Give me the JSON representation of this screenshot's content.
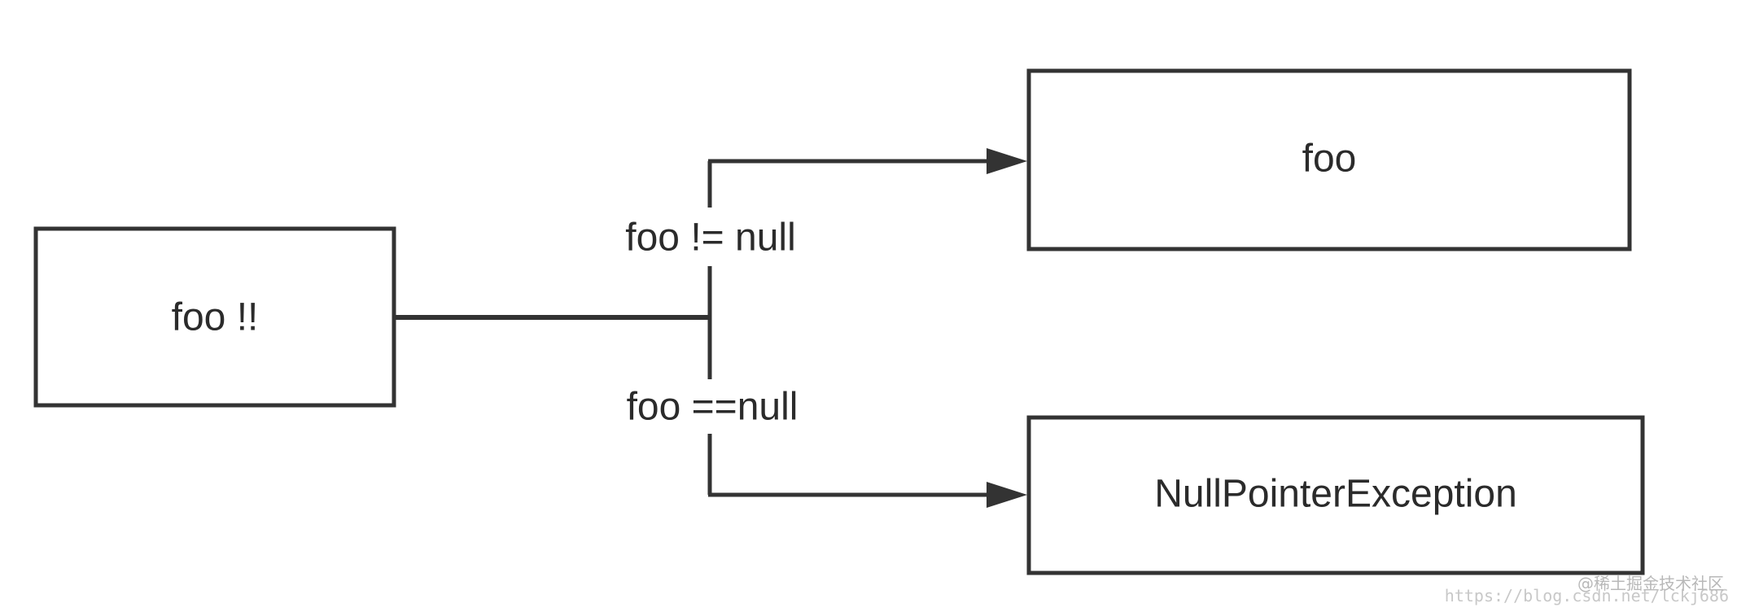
{
  "nodes": {
    "source": {
      "label": "foo !!"
    },
    "result": {
      "label": "foo"
    },
    "error": {
      "label": "NullPointerException"
    }
  },
  "edges": {
    "not_null": {
      "label": "foo != null"
    },
    "is_null": {
      "label": "foo ==null"
    }
  },
  "watermark": {
    "url": "https://blog.csdn.net/lckj686",
    "site": "@稀土掘金技术社区"
  },
  "colors": {
    "stroke": "#333333",
    "text": "#2b2b2b",
    "background": "#ffffff"
  }
}
